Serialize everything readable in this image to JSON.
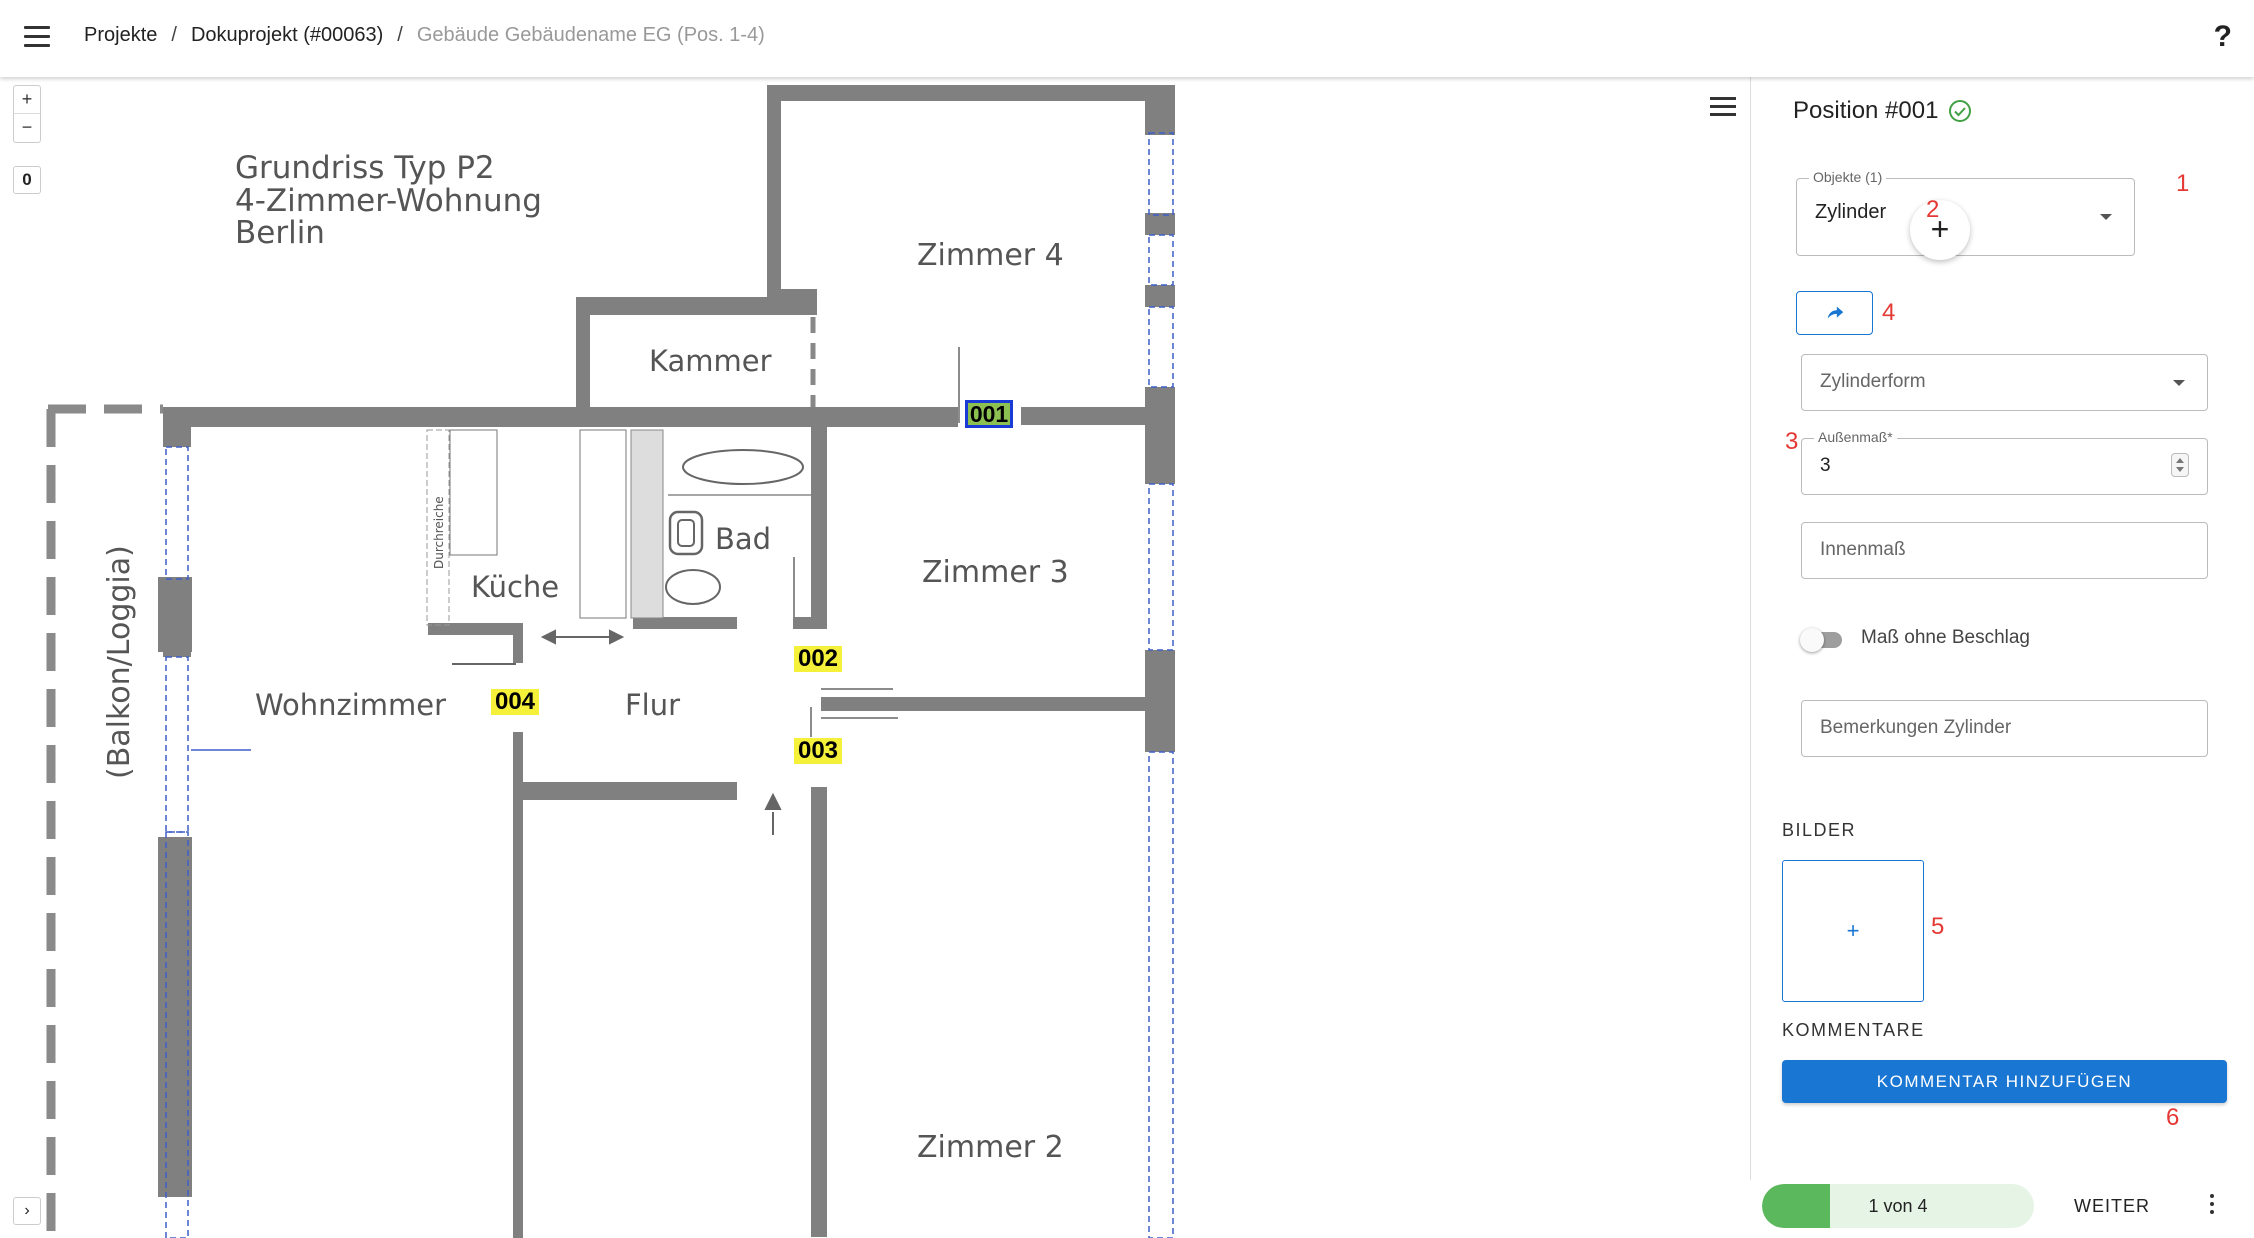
{
  "header": {
    "breadcrumb": [
      "Projekte",
      "Dokuprojekt (#00063)",
      "Gebäude Gebäudename EG (Pos. 1-4)"
    ],
    "separator": "/",
    "help": "?"
  },
  "map": {
    "zoom_in": "+",
    "zoom_out": "−",
    "layer_count": "0",
    "expand": "›",
    "title_lines": [
      "Grundriss Typ P2",
      "4-Zimmer-Wohnung",
      "Berlin"
    ],
    "rooms": {
      "zimmer4": "Zimmer 4",
      "kammer": "Kammer",
      "bad": "Bad",
      "kueche": "Küche",
      "zimmer3": "Zimmer 3",
      "wohnzimmer": "Wohnzimmer",
      "flur": "Flur",
      "zimmer2": "Zimmer 2",
      "balkon": "(Balkon/Loggia)",
      "durchreiche": "Durchreiche"
    },
    "markers": {
      "m001": "001",
      "m002": "002",
      "m003": "003",
      "m004": "004"
    },
    "colors": {
      "marker_yellow": "#f5f03a",
      "marker_green": "#8cc152",
      "marker_selected_border": "#1b3bd6",
      "wall": "#808080"
    }
  },
  "panel": {
    "title": "Position #001",
    "objects": {
      "legend": "Objekte (1)",
      "value": "Zylinder"
    },
    "cylinder_form": {
      "placeholder": "Zylinderform"
    },
    "outer": {
      "legend": "Außenmaß*",
      "value": "3"
    },
    "inner": {
      "placeholder": "Innenmaß"
    },
    "toggle": {
      "label": "Maß ohne Beschlag",
      "checked": false
    },
    "remarks": {
      "placeholder": "Bemerkungen Zylinder"
    },
    "images": {
      "label": "BILDER",
      "add": "+"
    },
    "comments": {
      "label": "KOMMENTARE",
      "add_button": "KOMMENTAR HINZUFÜGEN"
    },
    "annotations": {
      "n1": "1",
      "n2": "2",
      "n3": "3",
      "n4": "4",
      "n5": "5",
      "n6": "6"
    },
    "add_object": "+",
    "accent_color": "#1976d2",
    "annotation_color": "#e53935"
  },
  "footer": {
    "progress_label": "1 von 4",
    "progress_fraction": 0.25,
    "next": "WEITER"
  }
}
